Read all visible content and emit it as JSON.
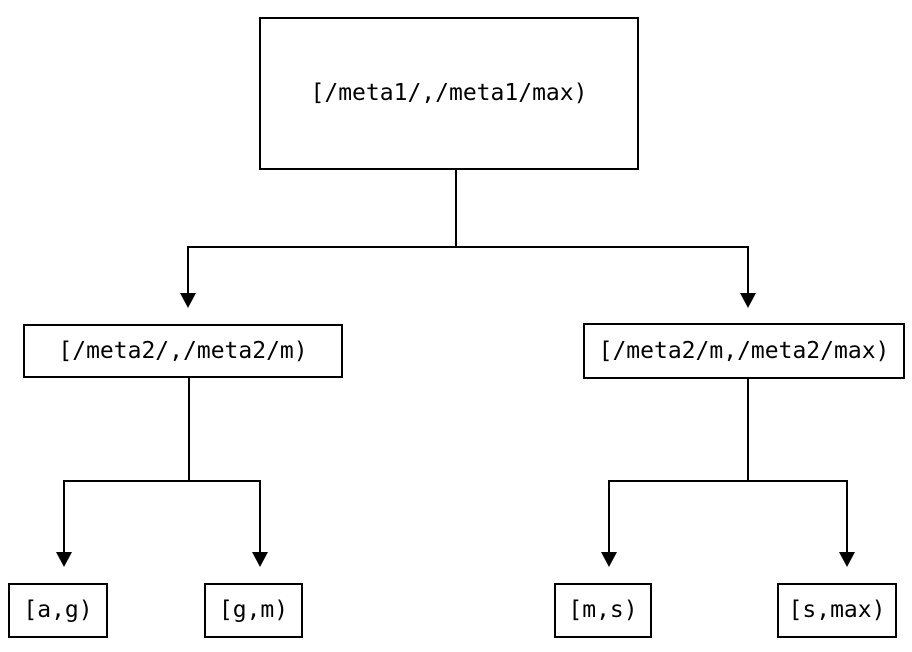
{
  "diagram": {
    "title": "interval-partition-tree",
    "background_color": "#ffffff",
    "line_color": "#000000",
    "text_color": "#000000",
    "nodes": {
      "root": {
        "label": "[/meta1/,/meta1/max)"
      },
      "left_child": {
        "label": "[/meta2/,/meta2/m)"
      },
      "right_child": {
        "label": "[/meta2/m,/meta2/max)"
      },
      "leaf_ag": {
        "label": "[a,g)"
      },
      "leaf_gm": {
        "label": "[g,m)"
      },
      "leaf_ms": {
        "label": "[m,s)"
      },
      "leaf_smax": {
        "label": "[s,max)"
      }
    }
  }
}
